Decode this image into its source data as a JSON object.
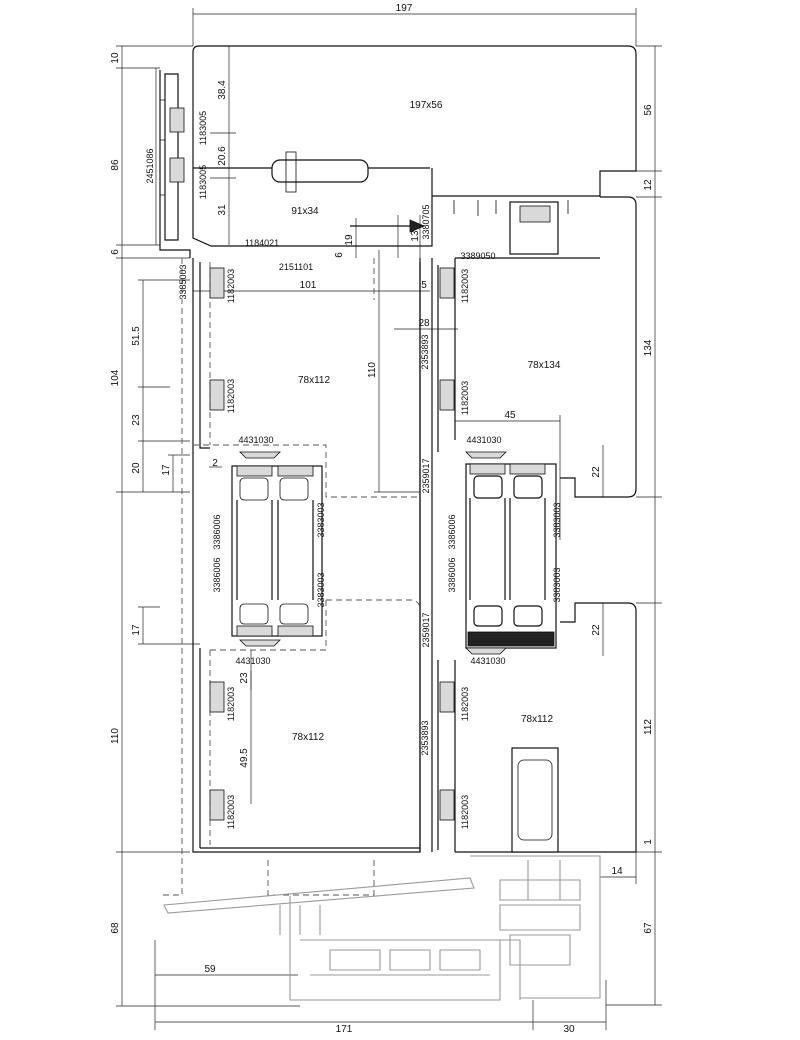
{
  "dimensions": {
    "top_width": "197",
    "bottom_width": "171",
    "bottom_right": "30",
    "bottom_left_59": "59",
    "right_56": "56",
    "right_12": "12",
    "right_134": "134",
    "right_112": "112",
    "right_67": "67",
    "right_1": "1",
    "left_10": "10",
    "left_86": "86",
    "left_6": "6",
    "left_104": "104",
    "left_51_5": "51.5",
    "left_23": "23",
    "left_20": "20",
    "left_17a": "17",
    "left_17b": "17",
    "left_110": "110",
    "left_68": "68",
    "d_38_4": "38.4",
    "d_20_6": "20.6",
    "d_31": "31",
    "d_19": "19",
    "d_6": "6",
    "d_13": "13",
    "d_101": "101",
    "d_5": "5",
    "d_28": "28",
    "d_110_inner": "110",
    "d_45": "45",
    "d_22a": "22",
    "d_22b": "22",
    "d_2": "2",
    "d_23_lower": "23",
    "d_49_5": "49.5",
    "d_14": "14"
  },
  "labels": {
    "beam_top": "197x56",
    "beam_mid": "91x34",
    "sash_left_upper": "78x112",
    "sash_left_lower": "78x112",
    "sash_right_upper": "78x134",
    "sash_right_lower": "78x112"
  },
  "part_codes": {
    "p2451086": "2451086",
    "p1183005a": "1183005",
    "p1183005b": "1183005",
    "p1184021": "1184021",
    "p2151101": "2151101",
    "p3380705": "3380705",
    "p3389050": "3389050",
    "p3385003": "3385003",
    "p1182003a": "1182003",
    "p1182003b": "1182003",
    "p1182003c": "1182003",
    "p1182003d": "1182003",
    "p1182003e": "1182003",
    "p1182003f": "1182003",
    "p1182003g": "1182003",
    "p1182003h": "1182003",
    "p2353893a": "2353893",
    "p2353893b": "2353893",
    "p4431030a": "4431030",
    "p4431030b": "4431030",
    "p4431030c": "4431030",
    "p4431030d": "4431030",
    "p2359017a": "2359017",
    "p2359017b": "2359017",
    "p3386006a": "3386006",
    "p3386006b": "3386006",
    "p3386006c": "3386006",
    "p3386006d": "3386006",
    "p3383003a": "3383003",
    "p3383003b": "3383003",
    "p3383003c": "3383003",
    "p3383003d": "3383003"
  }
}
